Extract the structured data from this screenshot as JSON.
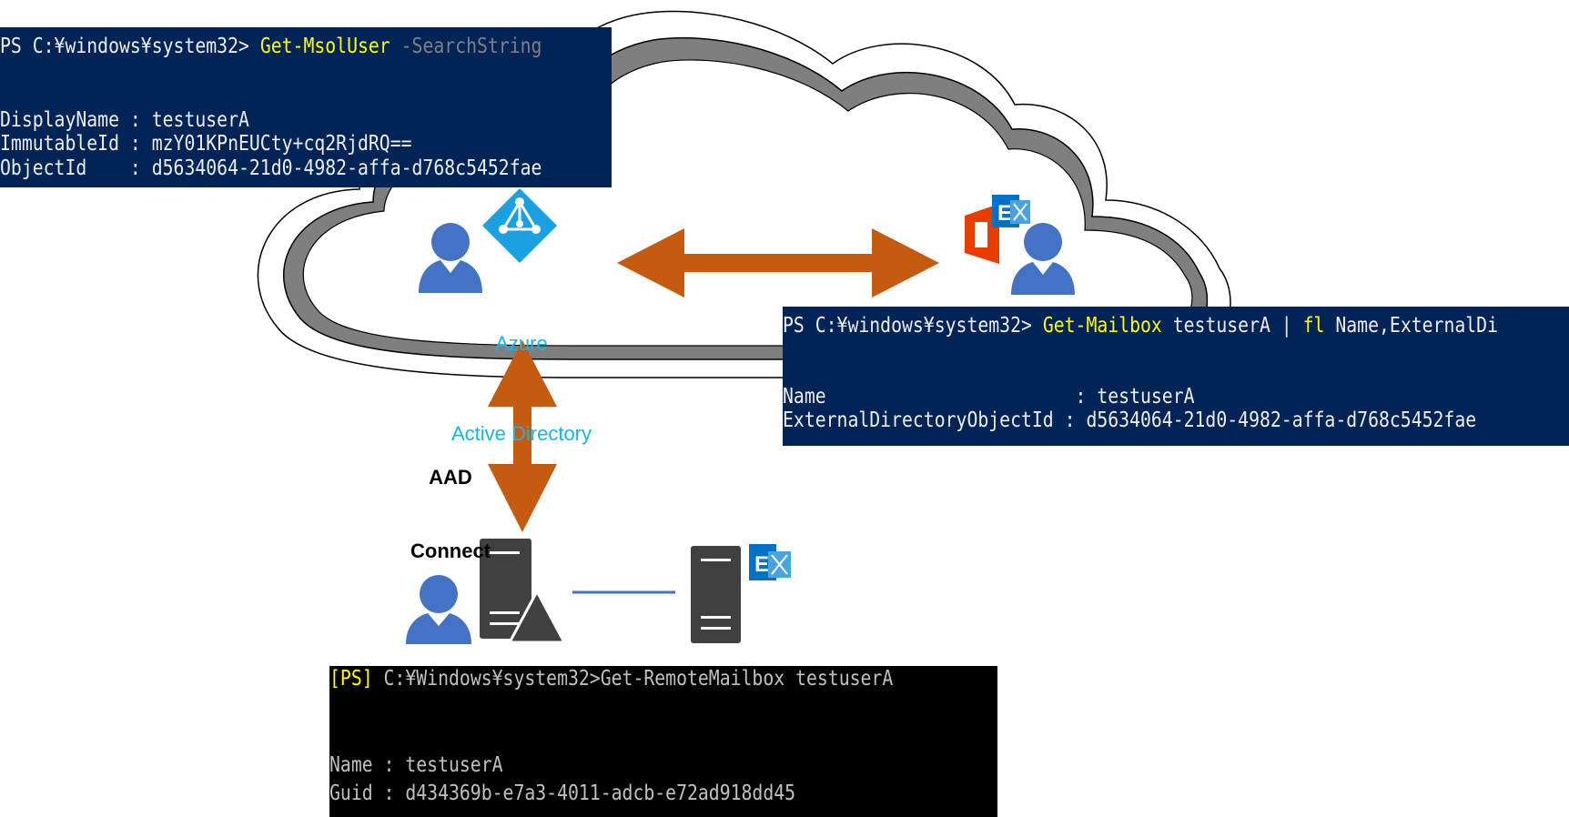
{
  "colors": {
    "ps_blue_bg": "#012456",
    "ps_black_bg": "#000000",
    "arrow": "#c55a11",
    "user_icon": "#4472c4",
    "azure_icon": "#1ba1e2",
    "server": "#404040",
    "exchange_blue": "#0072c6",
    "office_orange": "#eb3c00",
    "connector_line": "#4472c4",
    "cloud_gray": "#808080"
  },
  "icons": {
    "azure_user": "user-icon",
    "azure_ad": "azure-active-directory-icon",
    "cloud_exchange": "exchange-online-icon",
    "cloud_user": "user-icon",
    "onprem_user": "user-icon",
    "onprem_dc": "server-directory-icon",
    "onprem_exchange_server": "server-icon",
    "onprem_exchange": "exchange-icon"
  },
  "azure_label": {
    "line1": "Azure",
    "line2": "Active Directory"
  },
  "aad_connect_label": {
    "line1": "AAD",
    "line2": "Connect"
  },
  "console_msol": {
    "prompt": "PS C:¥windows¥system32> ",
    "cmd": "Get-MsolUser",
    "param": " -SearchString",
    "rows": [
      "DisplayName : testuserA",
      "ImmutableId : mzY01KPnEUCty+cq2RjdRQ==",
      "ObjectId    : d5634064-21d0-4982-affa-d768c5452fae"
    ]
  },
  "console_mailbox": {
    "prompt": "PS C:¥windows¥system32> ",
    "cmd": "Get-Mailbox",
    "arg": " testuserA | ",
    "cmd2": "fl",
    "rest": " Name,ExternalDi",
    "rows": [
      "Name                       : testuserA",
      "ExternalDirectoryObjectId : d5634064-21d0-4982-affa-d768c5452fae"
    ]
  },
  "console_remote": {
    "prefix": "[PS]",
    "prompt": " C:¥Windows¥system32>Get-RemoteMailbox testuserA",
    "rows": [
      "Name : testuserA",
      "Guid : d434369b-e7a3-4011-adcb-e72ad918dd45"
    ]
  }
}
